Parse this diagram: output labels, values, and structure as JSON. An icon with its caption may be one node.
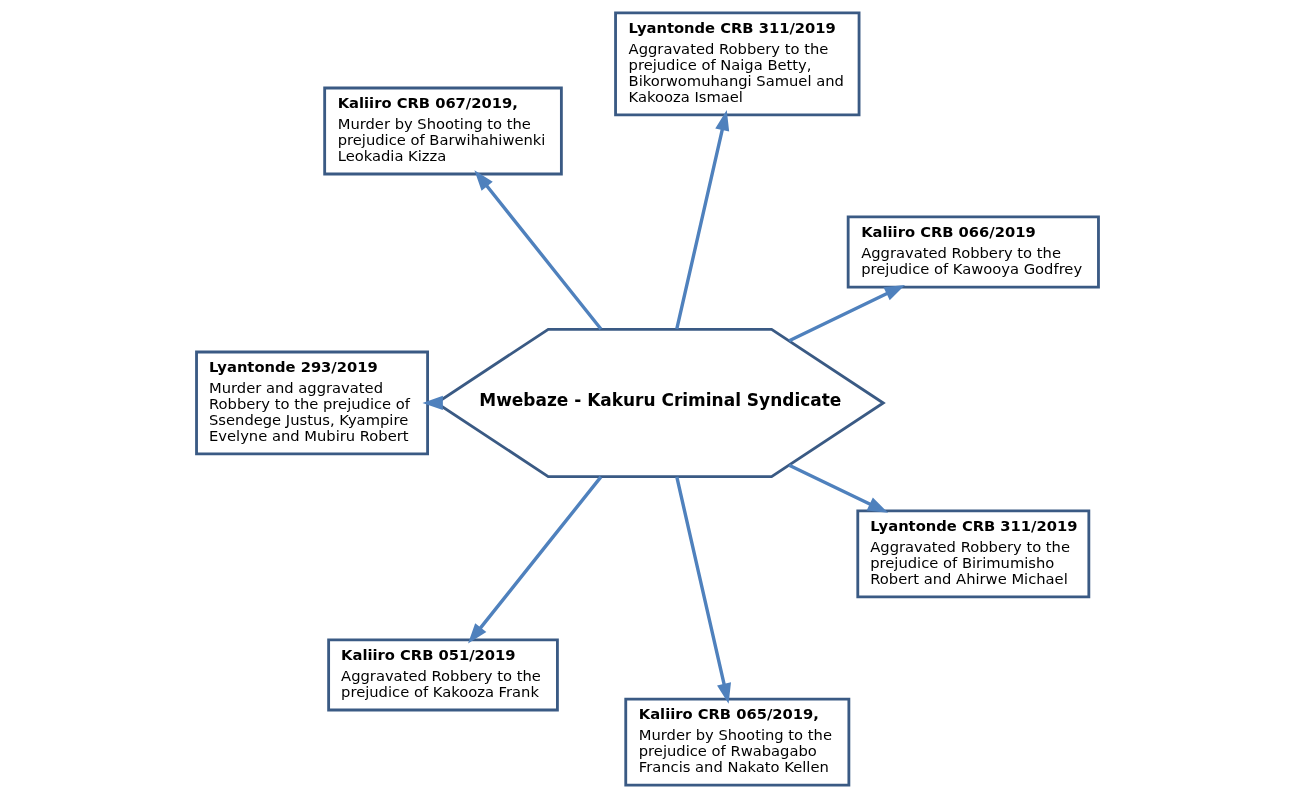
{
  "diagram": {
    "nodes": [
      {
        "text": [
          "Kaliiro CRB 066/2019",
          "Aggravated Robbery to the prejudice of Kawooya Godfrey"
        ]
      },
      {
        "text": [
          "Lyantonde CRB 311/2019",
          "Aggravated Robbery to the prejudice of Naiga Betty, Bikorwomuhangi Samuel and Kakooza Ismael"
        ]
      },
      {
        "text": [
          "Kaliiro CRB 067/2019,",
          "Murder by Shooting to the prejudice of Barwihahiwenki Leokadia Kizza"
        ]
      },
      {
        "text": [
          "Lyantonde 293/2019",
          "Murder and aggravated Robbery to the prejudice of Ssendege Justus, Kyampire Evelyne and Mubiru Robert"
        ]
      },
      {
        "text": [
          "Mwebaze - Kakuru Criminal Syndicate"
        ]
      },
      {
        "text": [
          "Kaliiro CRB 051/2019",
          "Aggravated Robbery to the prejudice of Kakooza Frank"
        ]
      },
      {
        "text": [
          "Kaliiro CRB 065/2019,",
          "Murder by Shooting to the prejudice of Rwabagabo Francis and Nakato Kellen"
        ]
      },
      {
        "text": [
          "Lyantonde CRB 311/2019",
          "Aggravated Robbery to the prejudice of Birimumisho Robert and Ahirwe Michael"
        ]
      }
    ],
    "edges": [
      {
        "from": 4,
        "to": 0,
        "arrow": "to"
      },
      {
        "from": 4,
        "to": 1,
        "arrow": "to"
      },
      {
        "from": 4,
        "to": 2,
        "arrow": "to"
      },
      {
        "from": 4,
        "to": 3,
        "arrow": "to"
      },
      {
        "from": 4,
        "to": 5,
        "arrow": "to"
      },
      {
        "from": 4,
        "to": 6,
        "arrow": "to"
      },
      {
        "from": 4,
        "to": 7,
        "arrow": "to"
      }
    ]
  }
}
